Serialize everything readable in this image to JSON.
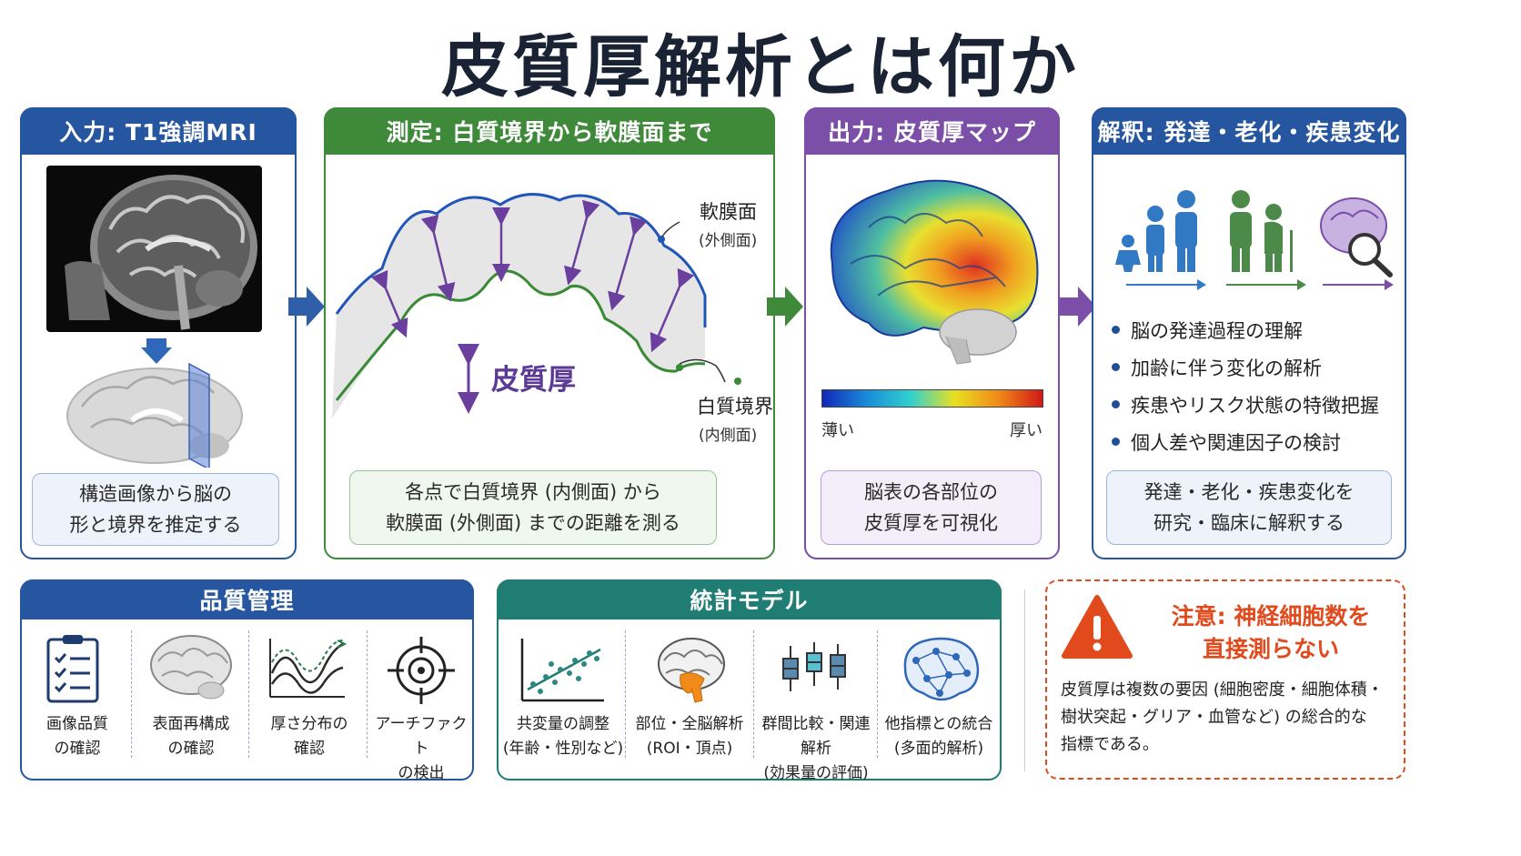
{
  "title": "皮質厚解析とは何か",
  "panels": {
    "input": {
      "header": "入力: T1強調MRI",
      "caption_line1": "構造画像から脳の",
      "caption_line2": "形と境界を推定する"
    },
    "measure": {
      "header": "測定: 白質境界から軟膜面まで",
      "pial_label": "軟膜面",
      "pial_sub": "(外側面)",
      "wm_label": "白質境界",
      "wm_sub": "(内側面)",
      "thickness_label": "皮質厚",
      "caption_line1": "各点で白質境界 (内側面) から",
      "caption_line2": "軟膜面 (外側面) までの距離を測る"
    },
    "output": {
      "header": "出力: 皮質厚マップ",
      "scale_low": "薄い",
      "scale_high": "厚い",
      "caption_line1": "脳表の各部位の",
      "caption_line2": "皮質厚を可視化"
    },
    "interpret": {
      "header": "解釈: 発達・老化・疾患変化",
      "bullets": [
        "脳の発達過程の理解",
        "加齢に伴う変化の解析",
        "疾患やリスク状態の特徴把握",
        "個人差や関連因子の検討"
      ],
      "caption_line1": "発達・老化・疾患変化を",
      "caption_line2": "研究・臨床に解釈する"
    }
  },
  "qc": {
    "header": "品質管理",
    "items": [
      {
        "line1": "画像品質",
        "line2": "の確認"
      },
      {
        "line1": "表面再構成",
        "line2": "の確認"
      },
      {
        "line1": "厚さ分布の",
        "line2": "確認"
      },
      {
        "line1": "アーチファクト",
        "line2": "の検出"
      }
    ]
  },
  "stats": {
    "header": "統計モデル",
    "items": [
      {
        "line1": "共変量の調整",
        "line2": "(年齢・性別など)"
      },
      {
        "line1": "部位・全脳解析",
        "line2": "(ROI・頂点)"
      },
      {
        "line1": "群間比較・関連解析",
        "line2": "(効果量の評価)"
      },
      {
        "line1": "他指標との統合",
        "line2": "(多面的解析)"
      }
    ]
  },
  "caution": {
    "title_line1": "注意: 神経細胞数を",
    "title_line2": "直接測らない",
    "body_line1": "皮質厚は複数の要因 (細胞密度・細胞体積・",
    "body_line2": "樹状突起・グリア・血管など) の総合的な",
    "body_line3": "指標である。"
  },
  "colors": {
    "input": "#2656a0",
    "measure": "#3f8a3a",
    "output": "#7b4ea8",
    "interpret": "#2656a0",
    "qc": "#2656a0",
    "stats": "#1f7d74",
    "caution": "#e04a1c"
  },
  "icons": [
    "brain-mri-icon",
    "brain-3d-icon",
    "people-development-icon",
    "elderly-people-icon",
    "brain-search-icon",
    "checklist-icon",
    "brain-surface-icon",
    "wave-distribution-icon",
    "target-icon",
    "scatter-plot-icon",
    "brain-region-icon",
    "boxplot-icon",
    "brain-network-icon",
    "warning-icon"
  ]
}
